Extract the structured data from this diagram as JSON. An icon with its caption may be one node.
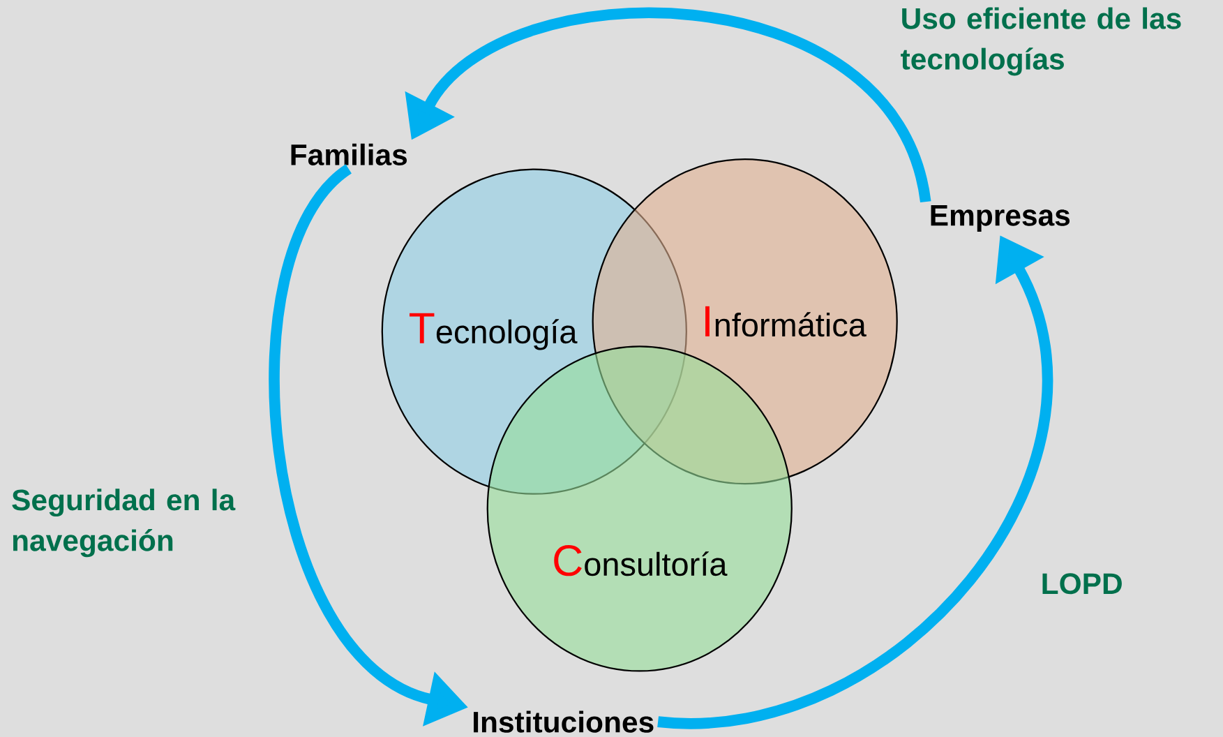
{
  "diagram": {
    "nodes": [
      {
        "text": [
          "Familias"
        ]
      },
      {
        "text": [
          "Empresas"
        ]
      },
      {
        "text": [
          "Instituciones"
        ]
      },
      {
        "text": [
          "Tecnología"
        ]
      },
      {
        "text": [
          "Informática"
        ]
      },
      {
        "text": [
          "Consultoría"
        ]
      }
    ],
    "edges": [
      {
        "from": 1,
        "to": 0,
        "arrow": "to",
        "label": "Uso eficiente de las tecnologías"
      },
      {
        "from": 0,
        "to": 2,
        "arrow": "to",
        "label": "Seguridad en la navegación"
      },
      {
        "from": 2,
        "to": 1,
        "arrow": "to",
        "label": "LOPD"
      }
    ]
  }
}
